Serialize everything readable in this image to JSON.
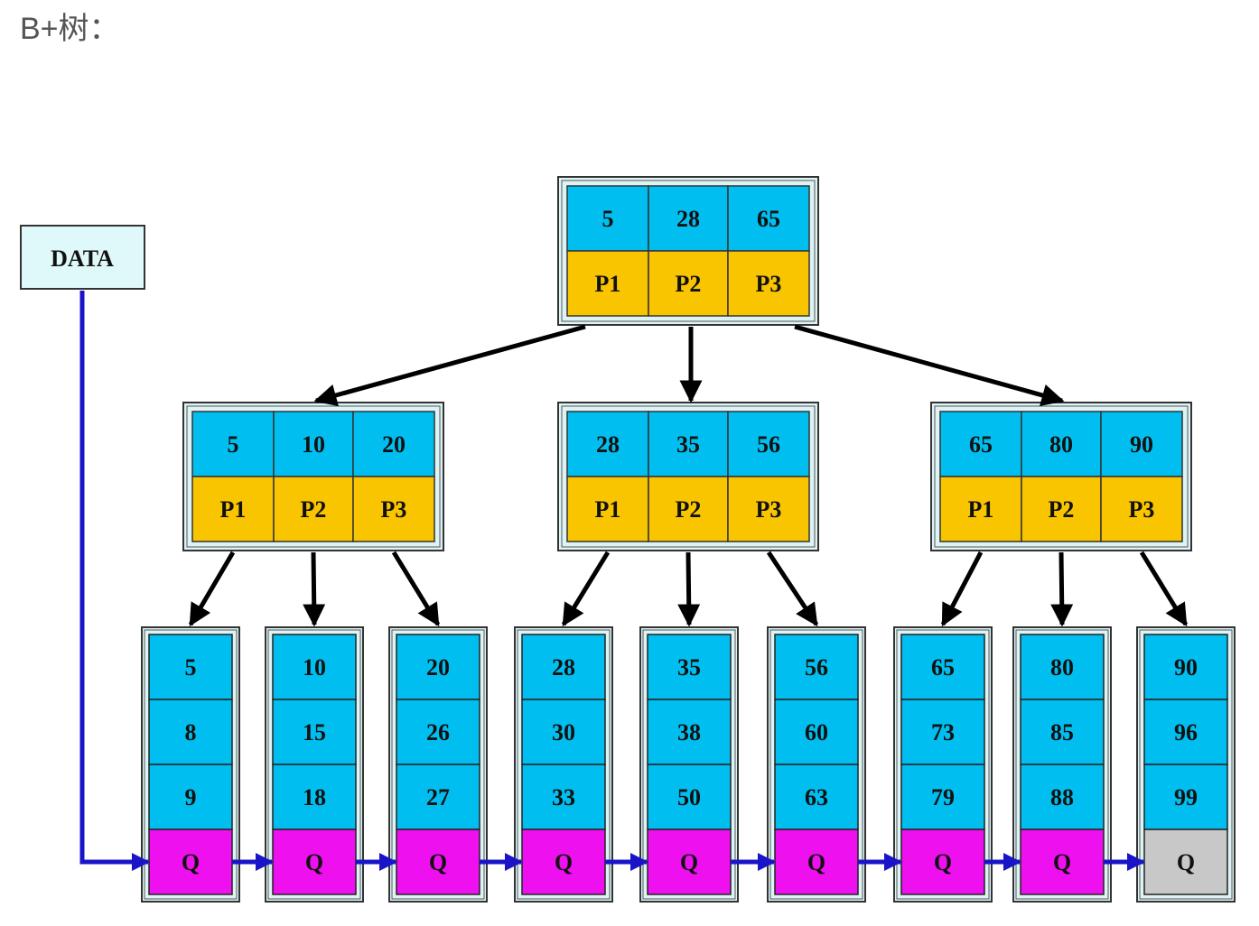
{
  "title": "B+树：",
  "data_box": {
    "label": "DATA"
  },
  "colors": {
    "key_cell": "#00BFF0",
    "pointer_cell": "#F9C400",
    "leaf_link_cell": "#EE10EE",
    "leaf_end_cell": "#C8C8C8",
    "node_outer": "#DDF3F5",
    "data_box_fill": "#DFF9FA",
    "tree_arrow": "#000000",
    "leaf_link_arrow": "#1A14C8"
  },
  "tree": {
    "root": {
      "keys": [
        "5",
        "28",
        "65"
      ],
      "pointers": [
        "P1",
        "P2",
        "P3"
      ]
    },
    "internal": [
      {
        "keys": [
          "5",
          "10",
          "20"
        ],
        "pointers": [
          "P1",
          "P2",
          "P3"
        ]
      },
      {
        "keys": [
          "28",
          "35",
          "56"
        ],
        "pointers": [
          "P1",
          "P2",
          "P3"
        ]
      },
      {
        "keys": [
          "65",
          "80",
          "90"
        ],
        "pointers": [
          "P1",
          "P2",
          "P3"
        ]
      }
    ],
    "leaves": [
      {
        "keys": [
          "5",
          "8",
          "9"
        ],
        "link": "Q"
      },
      {
        "keys": [
          "10",
          "15",
          "18"
        ],
        "link": "Q"
      },
      {
        "keys": [
          "20",
          "26",
          "27"
        ],
        "link": "Q"
      },
      {
        "keys": [
          "28",
          "30",
          "33"
        ],
        "link": "Q"
      },
      {
        "keys": [
          "35",
          "38",
          "50"
        ],
        "link": "Q"
      },
      {
        "keys": [
          "56",
          "60",
          "63"
        ],
        "link": "Q"
      },
      {
        "keys": [
          "65",
          "73",
          "79"
        ],
        "link": "Q"
      },
      {
        "keys": [
          "80",
          "85",
          "88"
        ],
        "link": "Q"
      },
      {
        "keys": [
          "90",
          "96",
          "99"
        ],
        "link": "Q"
      }
    ]
  }
}
